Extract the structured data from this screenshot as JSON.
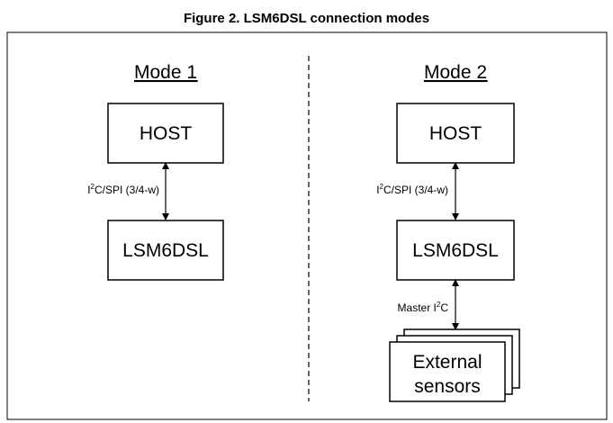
{
  "figure": {
    "title": "Figure 2. LSM6DSL connection modes"
  },
  "mode1": {
    "heading": "Mode 1",
    "host_label": "HOST",
    "link_label_prefix": "I",
    "link_label_sup": "2",
    "link_label_suffix": "C/SPI (3/4-w)",
    "device_label": "LSM6DSL"
  },
  "mode2": {
    "heading": "Mode 2",
    "host_label": "HOST",
    "link_label_prefix": "I",
    "link_label_sup": "2",
    "link_label_suffix": "C/SPI (3/4-w)",
    "device_label": "LSM6DSL",
    "master_label_prefix": "Master I",
    "master_label_sup": "2",
    "master_label_suffix": "C",
    "sensors_line1": "External",
    "sensors_line2": "sensors"
  }
}
